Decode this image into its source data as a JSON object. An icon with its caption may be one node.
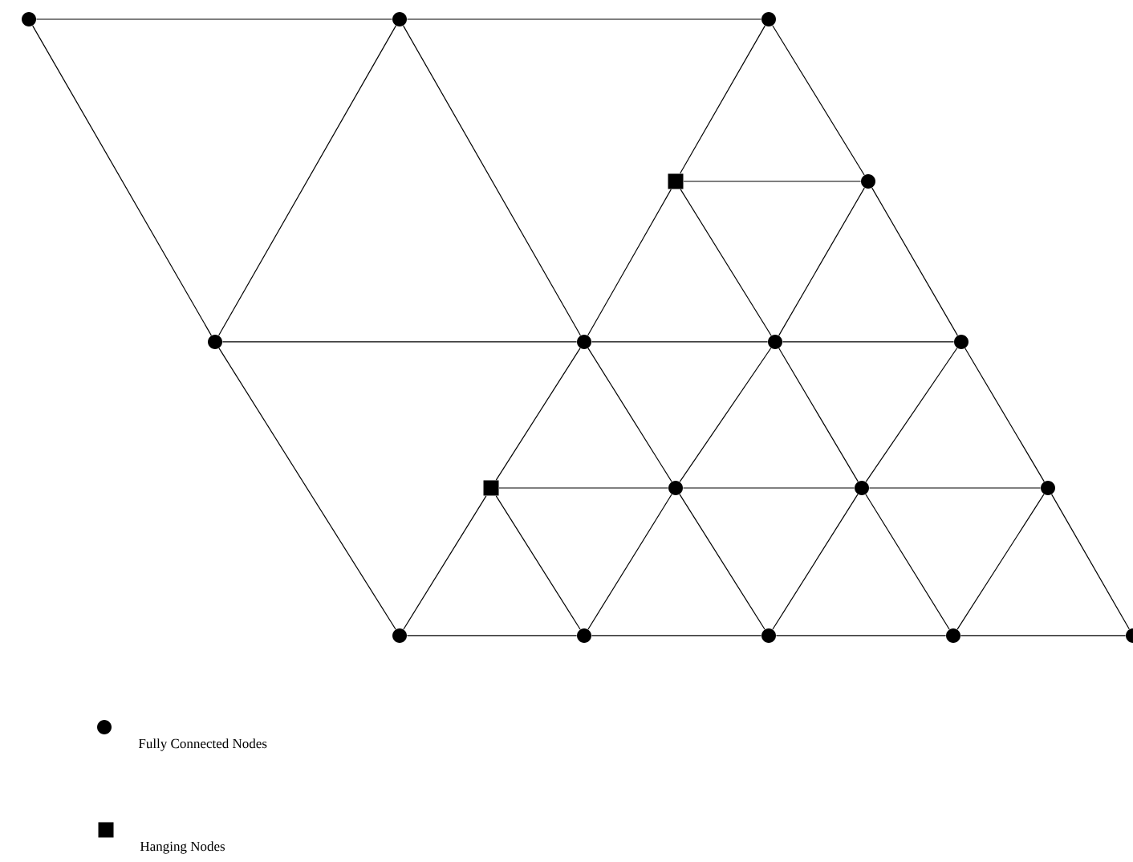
{
  "diagram": {
    "nodes": [
      {
        "text": [],
        "shape": "circle"
      },
      {
        "text": [],
        "shape": "circle"
      },
      {
        "text": [],
        "shape": "circle"
      },
      {
        "text": [],
        "shape": "square"
      },
      {
        "text": [],
        "shape": "circle"
      },
      {
        "text": [],
        "shape": "circle"
      },
      {
        "text": [],
        "shape": "circle"
      },
      {
        "text": [],
        "shape": "circle"
      },
      {
        "text": [],
        "shape": "circle"
      },
      {
        "text": [],
        "shape": "square"
      },
      {
        "text": [],
        "shape": "circle"
      },
      {
        "text": [],
        "shape": "circle"
      },
      {
        "text": [],
        "shape": "circle"
      },
      {
        "text": [],
        "shape": "circle"
      },
      {
        "text": [],
        "shape": "circle"
      },
      {
        "text": [],
        "shape": "circle"
      },
      {
        "text": [],
        "shape": "circle"
      },
      {
        "text": [],
        "shape": "circle"
      }
    ],
    "edges": [
      {
        "from": 0,
        "to": 1,
        "arrow": "none"
      },
      {
        "from": 1,
        "to": 2,
        "arrow": "none"
      },
      {
        "from": 0,
        "to": 5,
        "arrow": "none"
      },
      {
        "from": 1,
        "to": 5,
        "arrow": "none"
      },
      {
        "from": 1,
        "to": 6,
        "arrow": "none"
      },
      {
        "from": 5,
        "to": 6,
        "arrow": "none"
      },
      {
        "from": 2,
        "to": 3,
        "arrow": "none"
      },
      {
        "from": 2,
        "to": 4,
        "arrow": "none"
      },
      {
        "from": 3,
        "to": 4,
        "arrow": "none"
      },
      {
        "from": 3,
        "to": 6,
        "arrow": "none"
      },
      {
        "from": 3,
        "to": 7,
        "arrow": "none"
      },
      {
        "from": 4,
        "to": 7,
        "arrow": "none"
      },
      {
        "from": 4,
        "to": 8,
        "arrow": "none"
      },
      {
        "from": 6,
        "to": 7,
        "arrow": "none"
      },
      {
        "from": 7,
        "to": 8,
        "arrow": "none"
      },
      {
        "from": 5,
        "to": 13,
        "arrow": "none"
      },
      {
        "from": 6,
        "to": 9,
        "arrow": "none"
      },
      {
        "from": 6,
        "to": 10,
        "arrow": "none"
      },
      {
        "from": 7,
        "to": 10,
        "arrow": "none"
      },
      {
        "from": 7,
        "to": 11,
        "arrow": "none"
      },
      {
        "from": 8,
        "to": 11,
        "arrow": "none"
      },
      {
        "from": 8,
        "to": 12,
        "arrow": "none"
      },
      {
        "from": 9,
        "to": 10,
        "arrow": "none"
      },
      {
        "from": 10,
        "to": 11,
        "arrow": "none"
      },
      {
        "from": 11,
        "to": 12,
        "arrow": "none"
      },
      {
        "from": 9,
        "to": 13,
        "arrow": "none"
      },
      {
        "from": 9,
        "to": 14,
        "arrow": "none"
      },
      {
        "from": 10,
        "to": 14,
        "arrow": "none"
      },
      {
        "from": 10,
        "to": 15,
        "arrow": "none"
      },
      {
        "from": 11,
        "to": 15,
        "arrow": "none"
      },
      {
        "from": 11,
        "to": 16,
        "arrow": "none"
      },
      {
        "from": 12,
        "to": 16,
        "arrow": "none"
      },
      {
        "from": 12,
        "to": 17,
        "arrow": "none"
      },
      {
        "from": 13,
        "to": 14,
        "arrow": "none"
      },
      {
        "from": 14,
        "to": 15,
        "arrow": "none"
      },
      {
        "from": 15,
        "to": 16,
        "arrow": "none"
      },
      {
        "from": 16,
        "to": 17,
        "arrow": "none"
      }
    ],
    "legend": [
      {
        "text": "Fully Connected Nodes"
      },
      {
        "text": "Hanging Nodes"
      }
    ]
  }
}
